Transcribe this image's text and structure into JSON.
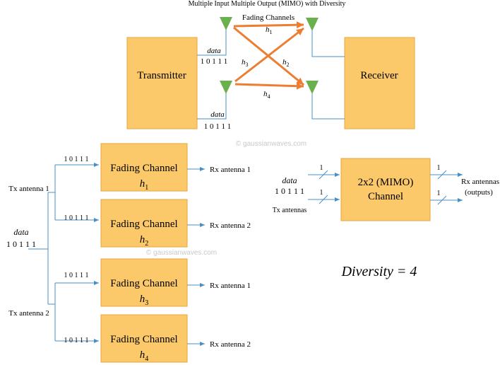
{
  "title": "Multiple Input Multiple Output (MIMO) with Diversity",
  "watermark": "© gaussianwaves.com",
  "top": {
    "transmitter": "Transmitter",
    "receiver": "Receiver",
    "fading_channels_label": "Fading Channels",
    "data_label": "data",
    "bits": "1 0 1  1 1",
    "channels": [
      {
        "base": "h",
        "sub": "1"
      },
      {
        "base": "h",
        "sub": "2"
      },
      {
        "base": "h",
        "sub": "3"
      },
      {
        "base": "h",
        "sub": "4"
      }
    ]
  },
  "bottom_left": {
    "data_label": "data",
    "bits": "1 0 1 1 1",
    "branch_bits": "1 0 1 1 1",
    "tx_antennas": [
      "Tx antenna 1",
      "Tx antenna 2"
    ],
    "channels": [
      {
        "title": "Fading Channel",
        "base": "h",
        "sub": "1",
        "rx": "Rx antenna 1"
      },
      {
        "title": "Fading Channel",
        "base": "h",
        "sub": "2",
        "rx": "Rx antenna 2"
      },
      {
        "title": "Fading Channel",
        "base": "h",
        "sub": "3",
        "rx": "Rx antenna 1"
      },
      {
        "title": "Fading Channel",
        "base": "h",
        "sub": "4",
        "rx": "Rx antenna 2"
      }
    ]
  },
  "right": {
    "data_label": "data",
    "bits": "1 0 1 1 1",
    "tx_label": "Tx  antennas",
    "box_line1": "2x2 (MIMO)",
    "box_line2": "Channel",
    "slash_label": "1",
    "rx_line1": "Rx antennas",
    "rx_line2": "(outputs)",
    "diversity": "Diversity = 4"
  },
  "colors": {
    "box_fill": "#fbc86a",
    "wire": "#4a8fc4",
    "antenna": "#6ab04c",
    "orange_arrow": "#ed7d31"
  }
}
